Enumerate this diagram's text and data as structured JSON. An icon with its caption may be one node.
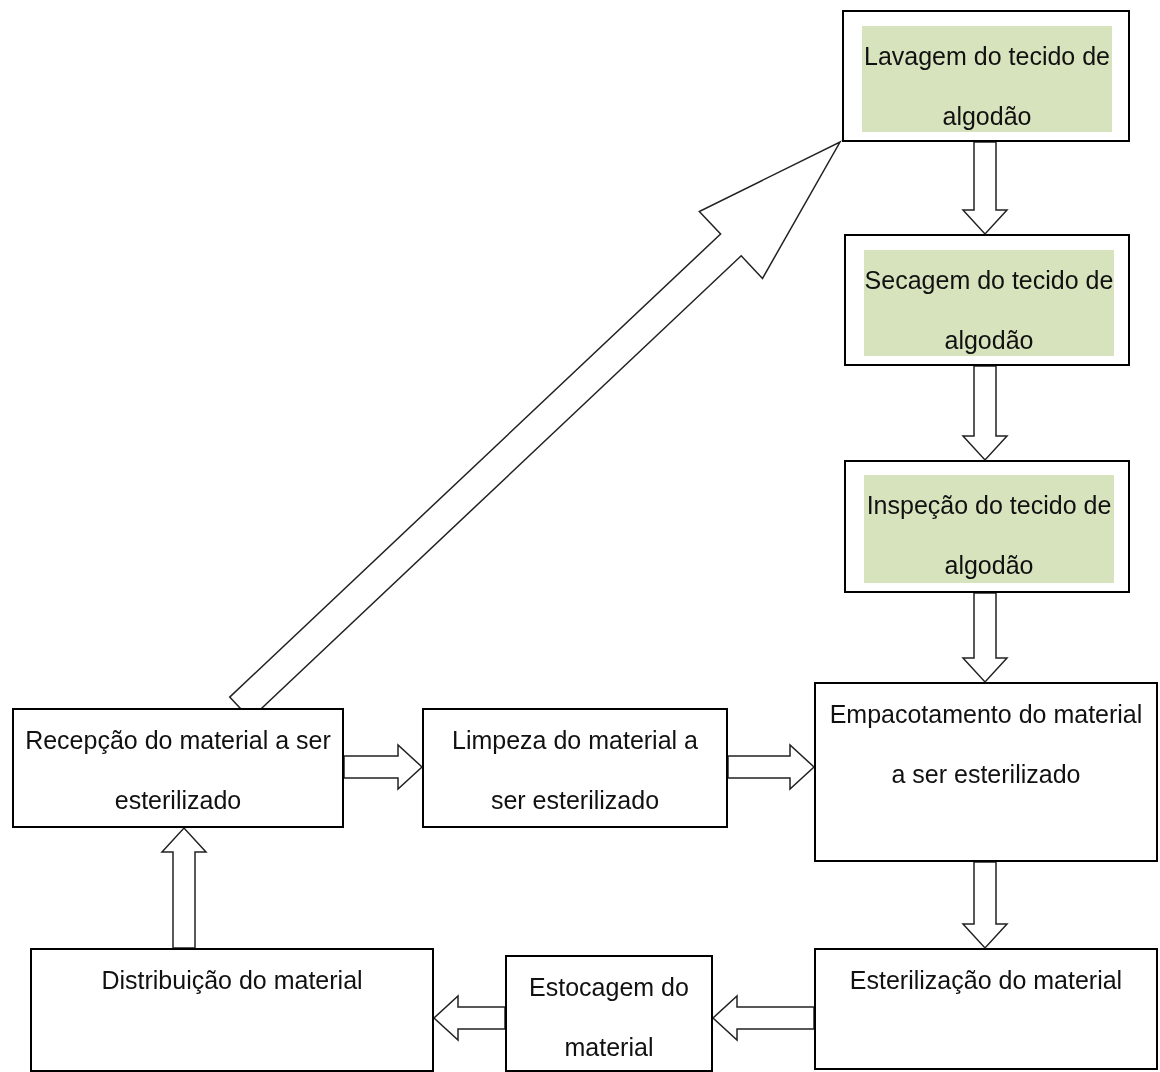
{
  "diagram": {
    "nodes": [
      {
        "text": [
          "Lavagem do tecido de algodão"
        ]
      },
      {
        "text": [
          "Secagem do tecido de algodão"
        ]
      },
      {
        "text": [
          "Inspeção do tecido de algodão"
        ]
      },
      {
        "text": [
          "Empacotamento do material a ser esterilizado"
        ]
      },
      {
        "text": [
          "Esterilização do material"
        ]
      },
      {
        "text": [
          "Estocagem do material"
        ]
      },
      {
        "text": [
          "Distribuição do material"
        ]
      },
      {
        "text": [
          "Recepção do material a ser esterilizado"
        ]
      },
      {
        "text": [
          "Limpeza do material a ser esterilizado"
        ]
      }
    ],
    "edges": [
      {
        "from": 0,
        "to": 1,
        "arrow": "to"
      },
      {
        "from": 1,
        "to": 2,
        "arrow": "to"
      },
      {
        "from": 2,
        "to": 3,
        "arrow": "to"
      },
      {
        "from": 3,
        "to": 4,
        "arrow": "to"
      },
      {
        "from": 4,
        "to": 5,
        "arrow": "to"
      },
      {
        "from": 5,
        "to": 6,
        "arrow": "to"
      },
      {
        "from": 6,
        "to": 7,
        "arrow": "to"
      },
      {
        "from": 7,
        "to": 8,
        "arrow": "to"
      },
      {
        "from": 8,
        "to": 3,
        "arrow": "to"
      },
      {
        "from": 7,
        "to": 0,
        "arrow": "to"
      }
    ]
  }
}
